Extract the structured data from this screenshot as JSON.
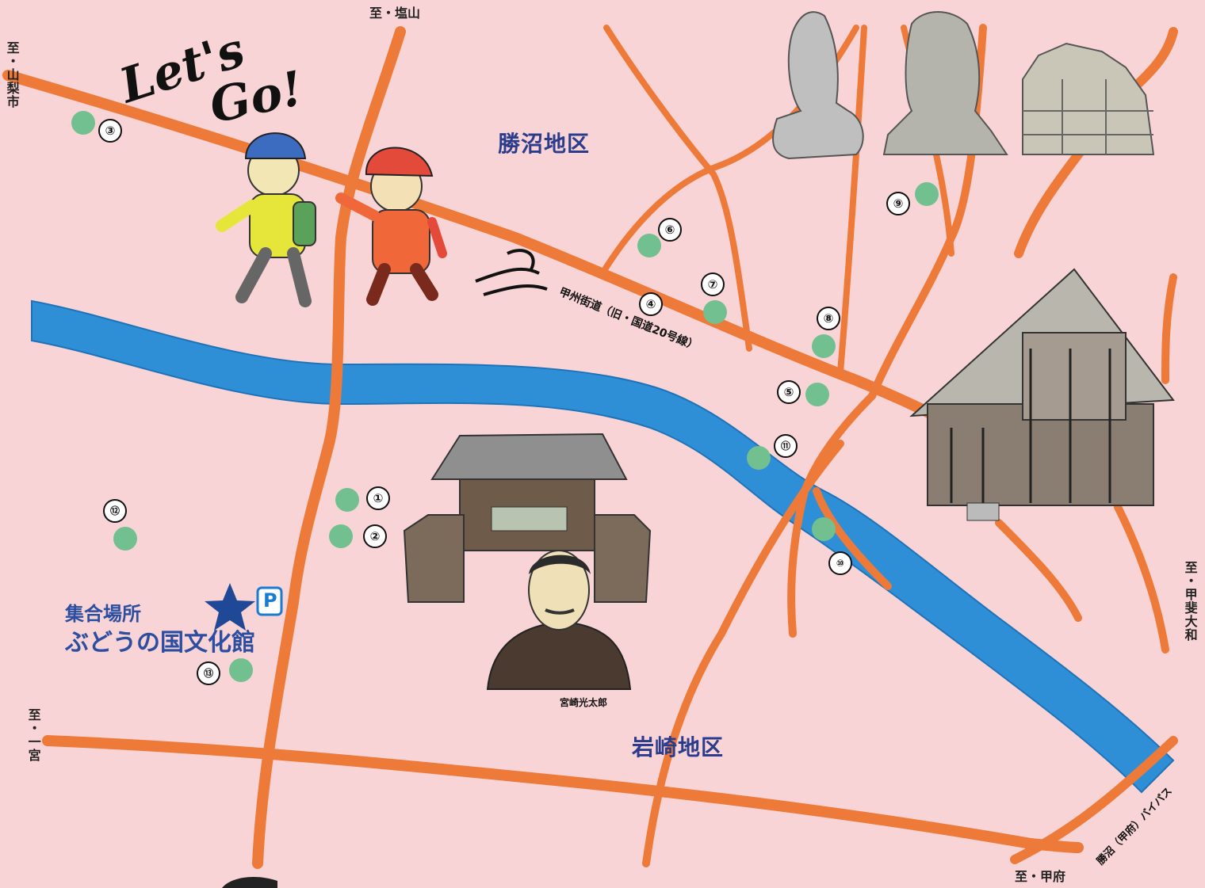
{
  "directions": {
    "shiozan": "至・塩山",
    "yamanashi": "至・山梨市",
    "kai_yamato": "至・甲斐大和",
    "ichinomiya": "至・一宮",
    "kofu": "至・甲府"
  },
  "districts": {
    "katsunuma": "勝沼地区",
    "iwasaki": "岩崎地区"
  },
  "meeting": {
    "label": "集合場所",
    "venue": "ぶどうの国文化館",
    "parking": "P"
  },
  "roads": {
    "koshu_kaido": "甲州街道（旧・国道20号線）",
    "bypass": "勝沼（甲府）バイパス"
  },
  "captions": {
    "portrait": "宮崎光太郎"
  },
  "lets_go": "Let's Go!",
  "spots": [
    {
      "id": 1,
      "label": "①"
    },
    {
      "id": 2,
      "label": "②"
    },
    {
      "id": 3,
      "label": "③"
    },
    {
      "id": 4,
      "label": "④"
    },
    {
      "id": 5,
      "label": "⑤"
    },
    {
      "id": 6,
      "label": "⑥"
    },
    {
      "id": 7,
      "label": "⑦"
    },
    {
      "id": 8,
      "label": "⑧"
    },
    {
      "id": 9,
      "label": "⑨"
    },
    {
      "id": 10,
      "label": "⑩"
    },
    {
      "id": 11,
      "label": "⑪"
    },
    {
      "id": 12,
      "label": "⑫"
    },
    {
      "id": 13,
      "label": "⑬"
    }
  ],
  "colors": {
    "background": "#f9d4d6",
    "road": "#ee7a3a",
    "river": "#2f8fd6",
    "spot_dot": "#72c08f",
    "district_text": "#2b3c8c",
    "star": "#1f4896"
  }
}
